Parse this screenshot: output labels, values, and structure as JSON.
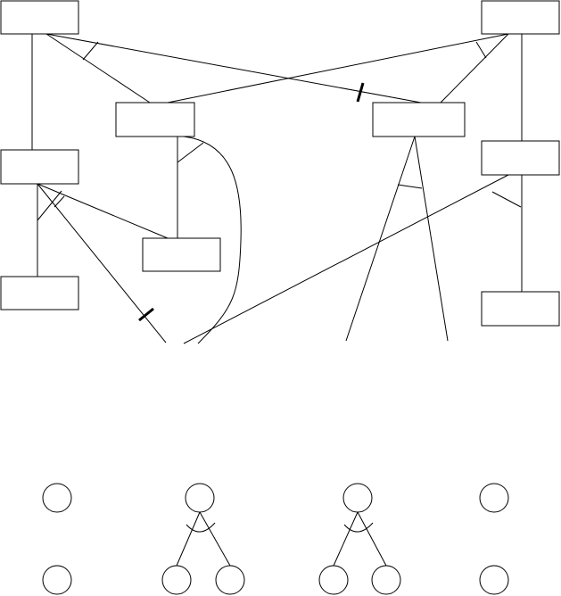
{
  "diagram": {
    "boxes": [
      {
        "id": "box-top-left",
        "label": ""
      },
      {
        "id": "box-top-right",
        "label": ""
      },
      {
        "id": "box-middle-left",
        "label": ""
      },
      {
        "id": "box-middle-right",
        "label": ""
      },
      {
        "id": "box-left-second",
        "label": ""
      },
      {
        "id": "box-right-second",
        "label": ""
      },
      {
        "id": "box-center-lower",
        "label": ""
      },
      {
        "id": "box-left-bottom",
        "label": ""
      },
      {
        "id": "box-right-bottom",
        "label": ""
      }
    ]
  },
  "legend": {
    "node_groups": [
      {
        "id": "group-1",
        "description": ""
      },
      {
        "id": "group-2",
        "description": ""
      },
      {
        "id": "group-3",
        "description": ""
      },
      {
        "id": "group-4",
        "description": ""
      }
    ]
  }
}
